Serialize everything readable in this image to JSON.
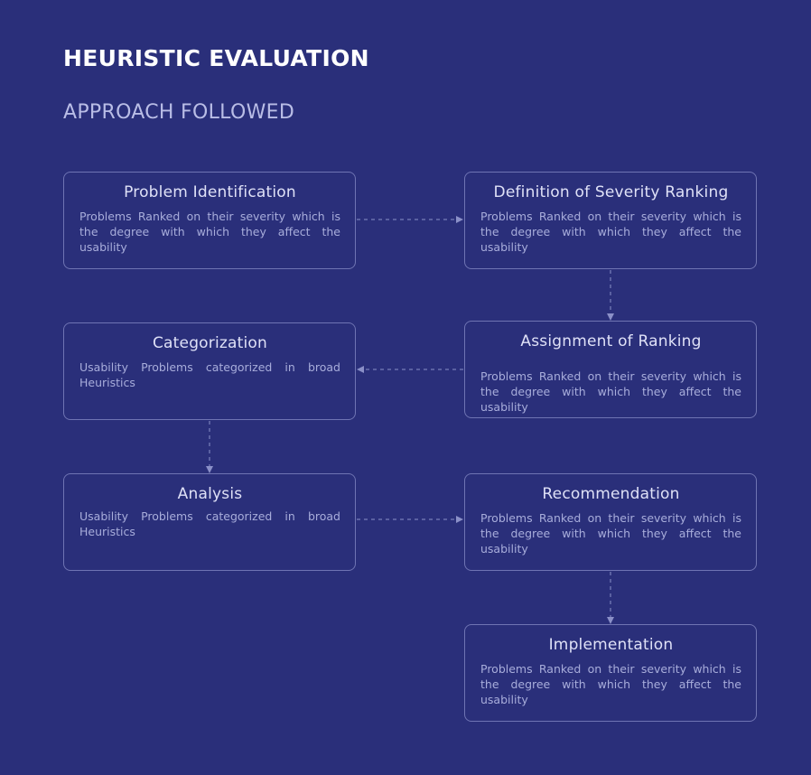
{
  "header": {
    "title": "HEURISTIC EVALUATION",
    "subtitle": "APPROACH FOLLOWED"
  },
  "colors": {
    "background": "#2a2f7a",
    "box_border": "#6f74b3",
    "box_title": "#dfe1f7",
    "box_text": "#a8addb",
    "connector": "#8b90c8"
  },
  "steps": [
    {
      "id": "problem-identification",
      "title": "Problem Identification",
      "text": "Problems Ranked on their severity which is the degree with which they affect the usability"
    },
    {
      "id": "definition-of-severity-ranking",
      "title": "Definition of Severity Ranking",
      "text": "Problems Ranked on their severity which is the degree with which they affect the usability"
    },
    {
      "id": "assignment-of-ranking",
      "title": "Assignment of Ranking",
      "text": "Problems Ranked on their severity which is the degree with which they affect the usability"
    },
    {
      "id": "categorization",
      "title": "Categorization",
      "text": "Usability Problems categorized in broad Heuristics"
    },
    {
      "id": "analysis",
      "title": "Analysis",
      "text": "Usability Problems categorized in broad Heuristics"
    },
    {
      "id": "recommendation",
      "title": "Recommendation",
      "text": "Problems Ranked on their severity which is the degree with which they affect the usability"
    },
    {
      "id": "implementation",
      "title": "Implementation",
      "text": "Problems Ranked on their severity which is the degree with which they affect the usability"
    }
  ],
  "flow": [
    [
      "problem-identification",
      "definition-of-severity-ranking"
    ],
    [
      "definition-of-severity-ranking",
      "assignment-of-ranking"
    ],
    [
      "assignment-of-ranking",
      "categorization"
    ],
    [
      "categorization",
      "analysis"
    ],
    [
      "analysis",
      "recommendation"
    ],
    [
      "recommendation",
      "implementation"
    ]
  ]
}
